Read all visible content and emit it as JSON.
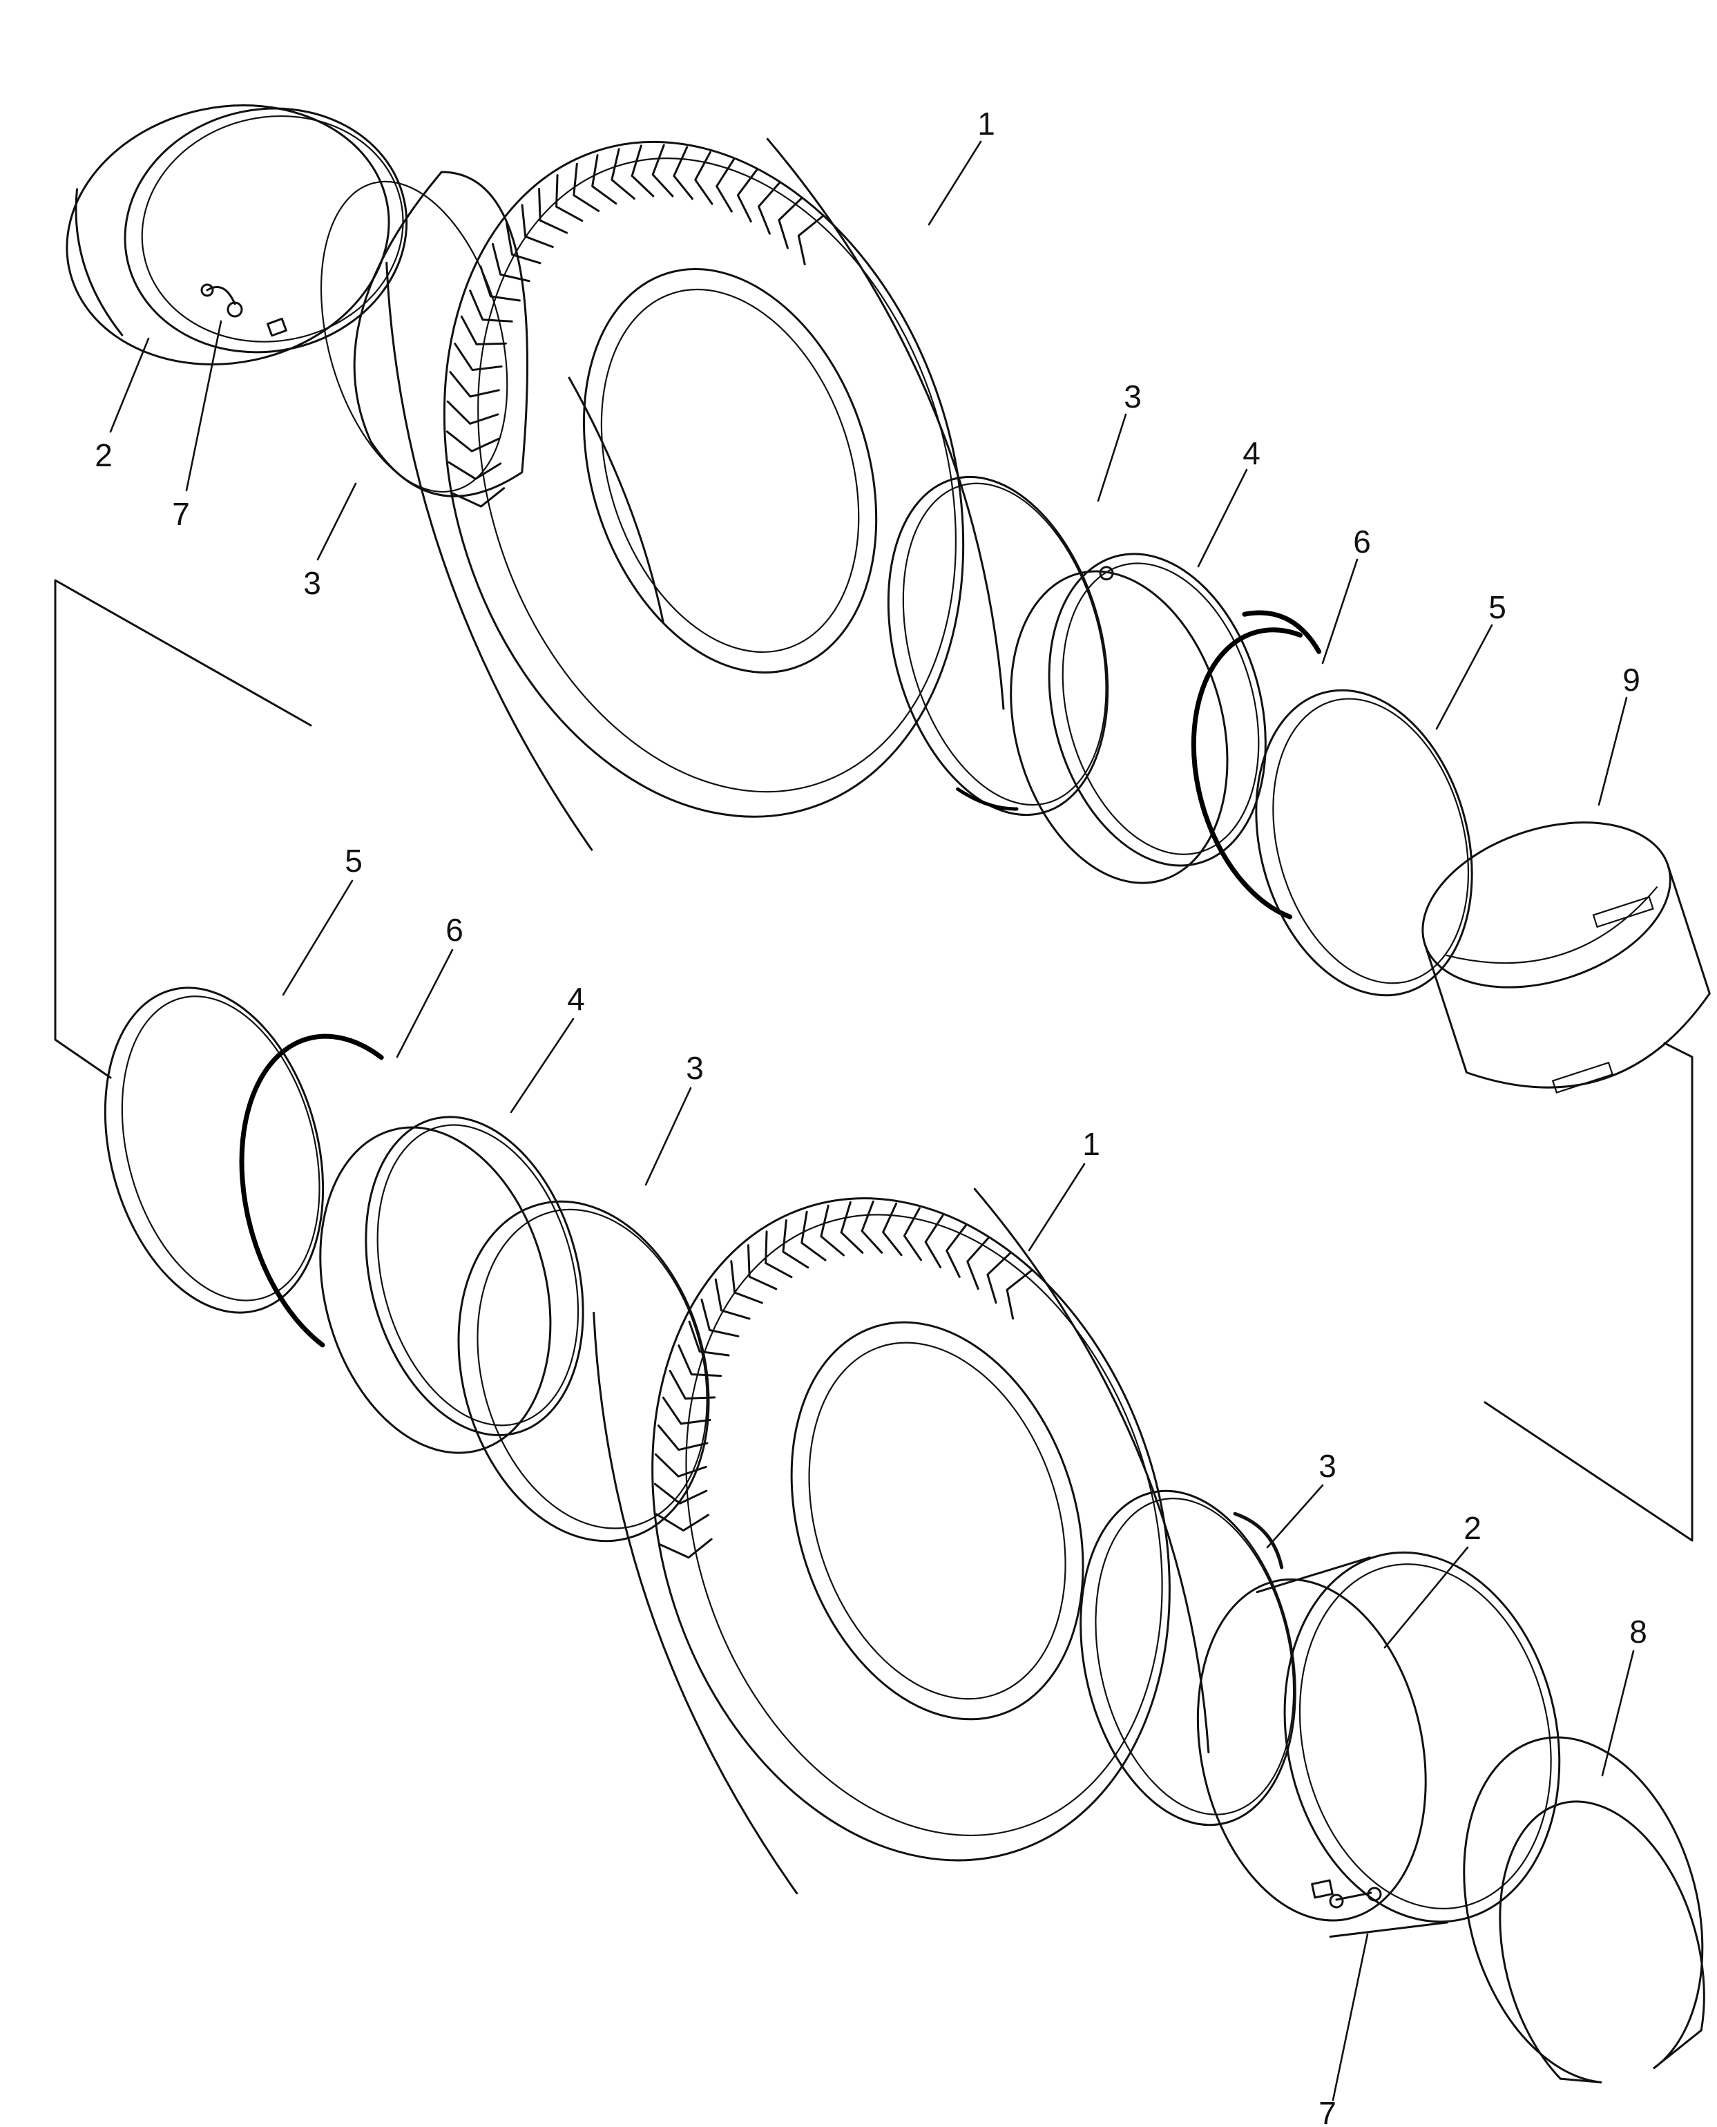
{
  "callouts": {
    "upper_tire": "1",
    "upper_rim": "2",
    "upper_valve": "7",
    "upper_ring_left": "3",
    "upper_ring_right": "3",
    "upper_side_ring": "4",
    "upper_lock_ring": "6",
    "upper_seat_ring": "5",
    "spacer_band": "9",
    "lower_seat_ring": "5",
    "lower_lock_ring": "6",
    "lower_side_ring": "4",
    "lower_ring_left": "3",
    "lower_tire": "1",
    "lower_ring_right": "3",
    "lower_rim": "2",
    "lower_valve": "7",
    "clamp_band": "8"
  }
}
